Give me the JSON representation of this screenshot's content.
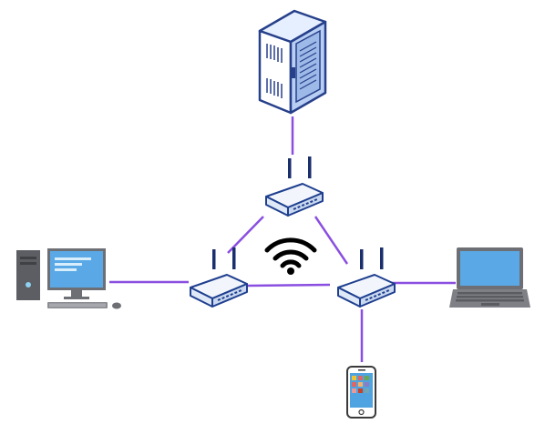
{
  "diagram": {
    "nodes": [
      {
        "id": "server",
        "icon": "server-rack-icon"
      },
      {
        "id": "router-top",
        "icon": "wireless-router-icon"
      },
      {
        "id": "router-left",
        "icon": "wireless-router-icon"
      },
      {
        "id": "router-right",
        "icon": "wireless-router-icon"
      },
      {
        "id": "desktop",
        "icon": "desktop-computer-icon"
      },
      {
        "id": "laptop",
        "icon": "laptop-icon"
      },
      {
        "id": "phone",
        "icon": "smartphone-icon"
      },
      {
        "id": "wifi",
        "icon": "wifi-icon"
      }
    ],
    "links": [
      {
        "from": "server",
        "to": "router-top"
      },
      {
        "from": "router-top",
        "to": "router-left"
      },
      {
        "from": "router-top",
        "to": "router-right"
      },
      {
        "from": "router-left",
        "to": "router-right"
      },
      {
        "from": "desktop",
        "to": "router-left"
      },
      {
        "from": "router-right",
        "to": "laptop"
      },
      {
        "from": "router-right",
        "to": "phone"
      }
    ]
  },
  "colors": {
    "link": "#8a4fe0",
    "server_body": "#cfe0f7",
    "server_outline": "#27408b",
    "router_body": "#f2f6fc",
    "router_outline": "#1f3f8f",
    "antenna": "#1a2f6b",
    "wifi": "#000000",
    "screen_blue": "#5aa9e6",
    "device_gray": "#6d6f74"
  }
}
